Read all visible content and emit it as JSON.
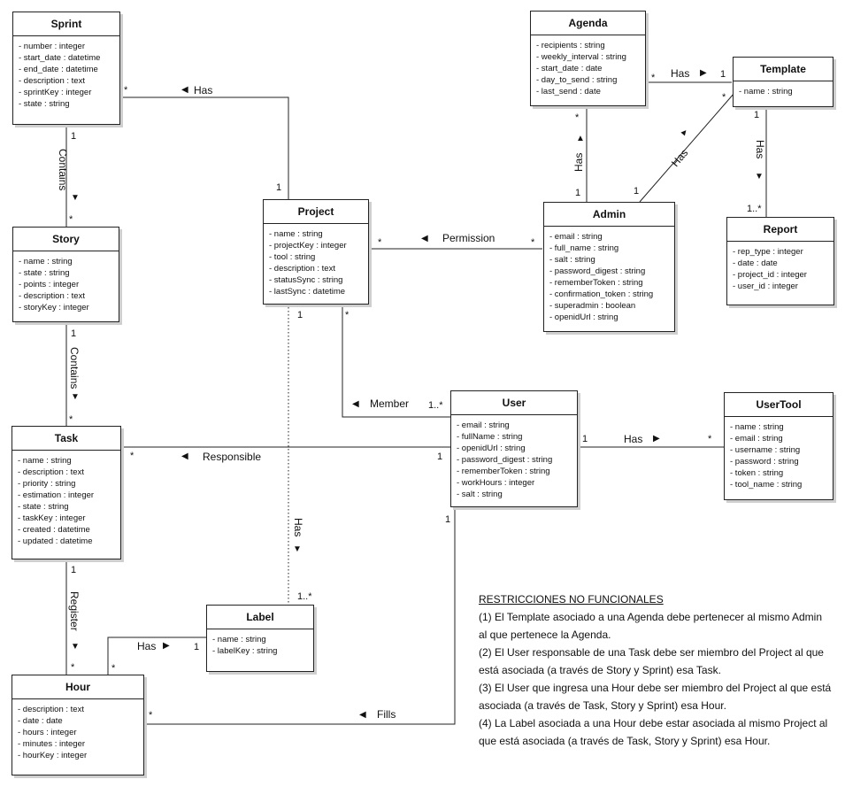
{
  "classes": {
    "sprint": {
      "name": "Sprint",
      "attrs": [
        "number : integer",
        "start_date : datetime",
        "end_date : datetime",
        "description : text",
        "sprintKey : integer",
        "state : string"
      ]
    },
    "story": {
      "name": "Story",
      "attrs": [
        "name : string",
        "state : string",
        "points : integer",
        "description : text",
        "storyKey : integer"
      ]
    },
    "task": {
      "name": "Task",
      "attrs": [
        "name : string",
        "description : text",
        "priority : string",
        "estimation : integer",
        "state : string",
        "taskKey : integer",
        "created : datetime",
        "updated : datetime"
      ]
    },
    "hour": {
      "name": "Hour",
      "attrs": [
        "description : text",
        "date : date",
        "hours : integer",
        "minutes : integer",
        "hourKey : integer"
      ]
    },
    "project": {
      "name": "Project",
      "attrs": [
        "name : string",
        "projectKey : integer",
        "tool : string",
        "description : text",
        "statusSync : string",
        "lastSync : datetime"
      ]
    },
    "label": {
      "name": "Label",
      "attrs": [
        "name : string",
        "labelKey : string"
      ]
    },
    "agenda": {
      "name": "Agenda",
      "attrs": [
        "recipients : string",
        "weekly_interval : string",
        "start_date : date",
        "day_to_send : string",
        "last_send : date"
      ]
    },
    "template": {
      "name": "Template",
      "attrs": [
        "name : string"
      ]
    },
    "admin": {
      "name": "Admin",
      "attrs": [
        "email : string",
        "full_name : string",
        "salt : string",
        "password_digest : string",
        "rememberToken : string",
        "confirmation_token : string",
        "superadmin : boolean",
        "openidUrl : string"
      ]
    },
    "report": {
      "name": "Report",
      "attrs": [
        "rep_type : integer",
        "date : date",
        "project_id : integer",
        "user_id : integer"
      ]
    },
    "user": {
      "name": "User",
      "attrs": [
        "email : string",
        "fullName : string",
        "openidUrl : string",
        "password_digest : string",
        "rememberToken : string",
        "workHours : integer",
        "salt : string"
      ]
    },
    "usertool": {
      "name": "UserTool",
      "attrs": [
        "name : string",
        "email : string",
        "username : string",
        "password : string",
        "token : string",
        "tool_name : string"
      ]
    }
  },
  "associations": {
    "sprint_project": {
      "label": "Has",
      "m1": "*",
      "m2": "1"
    },
    "sprint_story": {
      "label": "Contains",
      "m1": "1",
      "m2": "*"
    },
    "story_task": {
      "label": "Contains",
      "m1": "1",
      "m2": "*"
    },
    "task_hour": {
      "label": "Register",
      "m1": "1",
      "m2": "*"
    },
    "task_user": {
      "label": "Responsible",
      "m1": "*",
      "m2": "1"
    },
    "project_admin": {
      "label": "Permission",
      "m1": "*",
      "m2": "*"
    },
    "project_user": {
      "label": "Member",
      "m1": "*",
      "m2": "1..*"
    },
    "project_label": {
      "label": "Has",
      "m1": "1",
      "m2": "1..*"
    },
    "hour_label": {
      "label": "Has",
      "m1": "*",
      "m2": "1"
    },
    "hour_user": {
      "label": "Fills",
      "m1": "*",
      "m2": "1"
    },
    "agenda_template": {
      "label": "Has",
      "m1": "*",
      "m2": "1"
    },
    "admin_agenda": {
      "label": "Has",
      "m1": "1",
      "m2": "*"
    },
    "admin_template": {
      "label": "Has",
      "m1": "1",
      "m2": "*"
    },
    "template_report": {
      "label": "Has",
      "m1": "1",
      "m2": "1..*"
    },
    "user_usertool": {
      "label": "Has",
      "m1": "1",
      "m2": "*"
    }
  },
  "notes": {
    "title": "RESTRICCIONES NO FUNCIONALES",
    "lines": [
      "(1) El Template asociado a una Agenda debe pertenecer al mismo Admin al que pertenece la Agenda.",
      "(2) El User responsable de una Task debe ser miembro del Project al que está asociada (a través de Story y Sprint) esa Task.",
      "(3) El User que ingresa una Hour debe ser miembro del Project al que está asociada (a través de Task, Story y Sprint) esa Hour.",
      "(4) La Label asociada a una Hour debe estar asociada al mismo Project al que está asociada (a través de Task, Story y Sprint) esa Hour."
    ]
  }
}
